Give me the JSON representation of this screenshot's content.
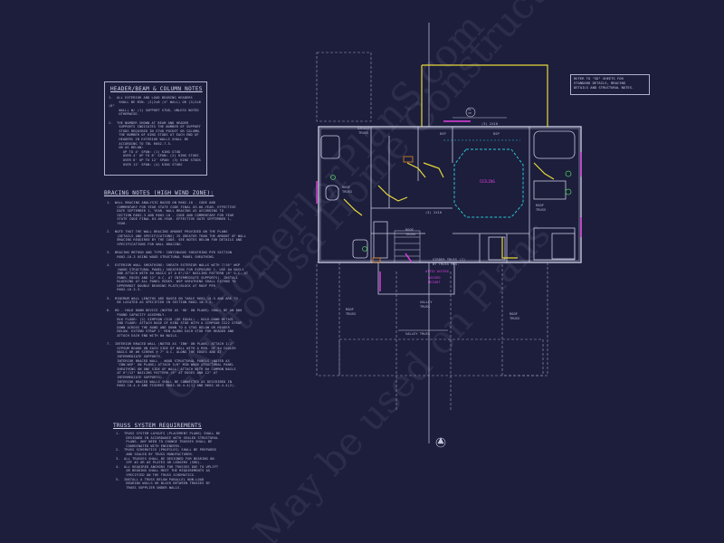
{
  "header_notes": {
    "title": "HEADER/BEAM & COLUMN NOTES",
    "lines": [
      "1.  ALL EXTERIOR AND LOAD BEARING HEADERS",
      "     SHALL BE MIN. (2)2x8 (4\" WALL) OR (3)2x8 (6\"",
      "     WALL) W/ (1) SUPPORT STUD, UNLESS NOTED",
      "     OTHERWISE.",
      "",
      "2.  THE NUMBER SHOWN AT BEAM AND HEADER",
      "     SUPPORTS INDICATES THE NUMBER OF SUPPORT",
      "     STUDS REQUIRED IN STUD POCKET OR COLUMN.",
      "     THE NUMBER OF KING STUDS AT EACH END OF",
      "     HEADERS IN EXTERIOR WALLS SHALL BE",
      "     ACCORDING TO TBL R602.7.5.",
      "     OR AS BELOW:",
      "       UP TO 4' SPAN: (1) KING STUD",
      "       OVER 4' UP TO 8' SPAN: (2) KING STUDS",
      "       OVER 8' UP TO 12' SPAN: (3) KING STUDS",
      "       OVER 12' SPAN: (4) KING STUDS"
    ]
  },
  "bracing_notes": {
    "title": "BRACING NOTES (HIGH WIND ZONE):",
    "lines": [
      "1.  WALL BRACING ANALYSIS BASED ON R602.10 - CODE AND",
      "     COMMENTARY FOR YEAR STATE CODE FINAL 03-06-YEAR. EFFECTIVE",
      "     DATE SEPTEMBER 1, YEAR. WALL BRACING AS ACCORDING TO",
      "     SECTION R602.3 AND R602.10 - CODE AND COMMENTARY FOR YEAR",
      "     STATE CODE FINAL 03-06-YEAR. EFFECTIVE DATE SEPTEMBER 1,",
      "     YEAR.",
      "",
      "2.  NOTE THAT THE WALL BRACING AMOUNT PROVIDED ON THE PLANS",
      "     (DETAILS AND SPECIFICATIONS) IS GREATER THAN THE AMOUNT OF WALL",
      "     BRACING REQUIRED BY THE CODE. SEE NOTES BELOW FOR DETAILS AND",
      "     SPECIFICATIONS FOR WALL BRACING.",
      "",
      "3.  BRACING METHOD AND TYPE: CONTINUOUS SHEATHING PER SECTION",
      "     R602.10.3 USING WOOD STRUCTURAL PANEL SHEATHING.",
      "",
      "4.  EXTERIOR WALL SHEATHING: SHEATH EXTERIOR WALLS WITH 7/16\" WSP",
      "     (WOOD STRUCTURAL PANEL) SHEATHING FOR EXPOSURE 1. USE 8d NAILS",
      "     AND ATTACH WITH 8d NAILS AT A 6\"/12\" NAILING PATTERN (6\" O.C. AT",
      "     PANEL EDGES AND 12\" O.C. AT INTERMEDIATE SUPPORTS). INSTALL",
      "     BLOCKING AT ALL PANEL EDGES. WSP SHEATHING SHALL EXTEND TO",
      "     UPPERMOST DOUBLE BEARING PLATE/BLOCK AT ROOF PER",
      "     R602.10.3.3.",
      "",
      "5.  MINIMUM WALL LENGTHS ARE BASED ON TABLE R602.10.5 AND ARE TO",
      "     BE LOCATED AS SPECIFIED IN SECTION R602.10.3.2.",
      "",
      "6.  HD - HOLD DOWN DEVICE (NOTED AS 'HD' ON PLANS) SHALL BE AN 800",
      "     POUND CAPACITY ASSEMBLY.",
      "     BLK FLOOR: (2) SIMPSON CS16 (OR EQUAL) - HOLD-DOWN DETAIL",
      "     2ND FLOOR: ATTACH BASE OF KING STUD WITH A SIMPSON CS22 STRAP",
      "     DOWN ACROSS THE BAND AND DOWN TO A STUD BELOW OR HEADER",
      "     BELOW. EXTEND STRAP 1' MIN ALONG EACH STUD FOR HEADER AND",
      "     ATTACH EACH END WITH 8d NAILS.",
      "",
      "7.  INTERIOR BRACED WALL (NOTED AS 'IBW' ON PLANS) ATTACH 1/2\"",
      "     GYPSUM BOARD ON EACH SIDE OF WALL WITH A MIN. OF 5d COOLER",
      "     NAILS OR #6 SCREWS @ 7\" O.C. ALONG THE EDGES AND AT",
      "     INTERMEDIATE SUPPORTS.",
      "     INTERIOR BRACED WALL - WOOD STRUCTURAL PANELS (NOTED AS",
      "     'IBW-WSP' ON PLANS) ATTACH 3/8\" MIN WOOD STRUCTURAL PANEL",
      "     SHEATHING ON ONE SIDE OF WALL. ATTACH WITH 8d COMMON NAILS",
      "     AT 6\"/12\" NAILING PATTERN (6\" AT EDGES AND 12\" AT",
      "     INTERMEDIATE SUPPORTS).",
      "     INTERIOR BRACED WALLS SHALL BE CONNECTED AS DESCRIBED IN",
      "     R602.10.4.4 AND FIGURES R602.10.4.4(1) AND R602.10.4.4(2)."
    ]
  },
  "truss_notes": {
    "title": "TRUSS SYSTEM REQUIREMENTS",
    "lines": [
      "1.  TRUSS SYSTEM LAYOUTS (PLACEMENT PLANS) SHALL BE",
      "     DESIGNED IN ACCORDANCE WITH SEALED STRUCTURAL",
      "     PLANS. ANY NEED TO CHANGE TRUSSES SHALL BE",
      "     COORDINATED WITH ENGINEERS.",
      "2.  TRUSS SCHEMATICS (PROFILES) SHALL BE PREPARED",
      "     AND SEALED BY TRUSS MANUFACTURER.",
      "3.  ALL TRUSSES SHALL BE DESIGNED FOR BEARING ON",
      "     SPF #2 OR #3 PLATES OR LEDGERS (SHD).",
      "4.  ALL REQUIRED ANCHORS FOR TRUSSES DUE TO UPLIFT",
      "     OR BEARING SHALL MEET THE REQUIREMENTS AS",
      "     SPECIFIED ON THE TRUSS SCHEMATICS.",
      "5.  INSTALL A TRUSS BELOW PARALLEL NON-LOAD",
      "     BEARING WALLS OR BLOCK BETWEEN TRUSSES BY",
      "     TRUSS SUPPLIER UNDER WALLS."
    ]
  },
  "refer_note": "REFER TO \"SD\" SHEETS FOR\nSTANDARD DETAILS, BRACING\nDETAILS AND STRUCTURAL NOTES.",
  "plan_labels": {
    "garage_truss": "GARAGE\nTRUSS",
    "roof_truss_left": "ROOF\nTRUSS",
    "roof_truss_right": "ROOF\nTRUSS",
    "roof_truss_mid": "ROOF\nTRUSS",
    "roof_truss_bottom_left": "ROOF\nTRUSS",
    "roof_truss_bottom_right": "ROOF\nTRUSS",
    "valley_truss_left": "VALLEY\nTRUSS",
    "valley_truss_bottom": "VALLEY TRUSS",
    "girder_truss": "GIRDER TRUSS (2)\nBY TRUSS MFG.",
    "ceiling": "CEILING\nABOVE",
    "header_top": "(3) 2X10",
    "header_mid": "(3) 2X10",
    "dsp_label": "DSP",
    "dsp_label2": "DSP",
    "circle_tag": "SI\n30",
    "attic": "ATTIC ACCESS",
    "raised": "RAISED\nHEIGHT"
  },
  "watermark": [
    "GAL to Usa Home Construction",
    "HomeFlorPlanS.com",
    "May be used on Plans"
  ],
  "colors": {
    "background": "#1c1e3c",
    "lines": "#c7c9df",
    "magenta": "#e040e0",
    "yellow": "#e8d83a",
    "cyan": "#2bc6d4",
    "green": "#4ec45a",
    "orange": "#e28a2a"
  }
}
